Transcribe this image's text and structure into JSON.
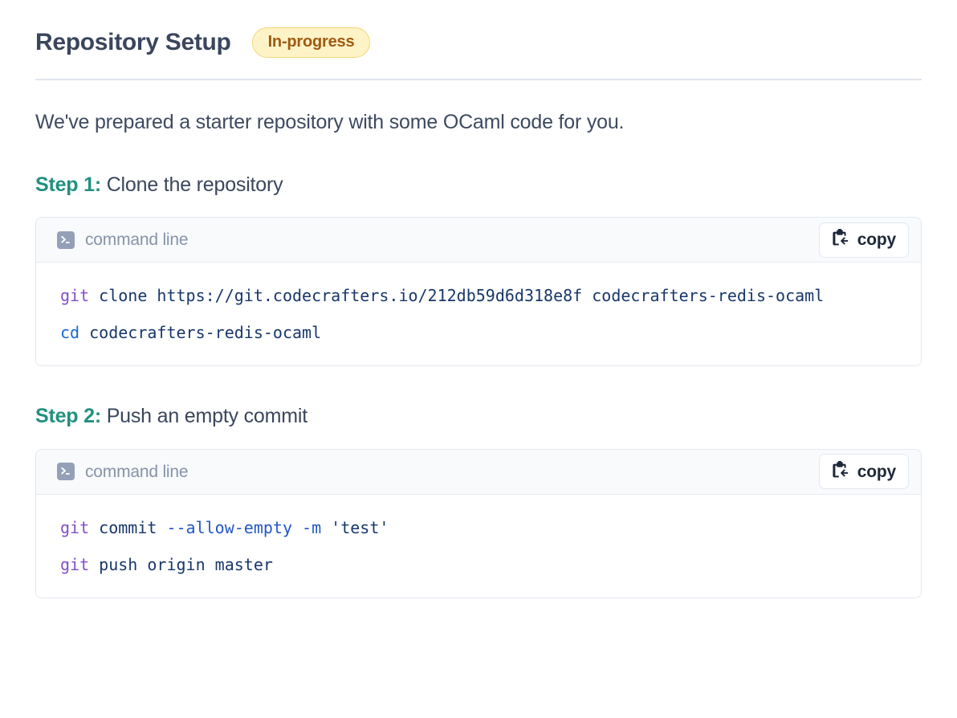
{
  "header": {
    "title": "Repository Setup",
    "badge": "In-progress",
    "badge_bg": "#fdf3c7",
    "badge_border": "#f2d675",
    "badge_color": "#a05a11"
  },
  "intro": "We've prepared a starter repository with some OCaml code for you.",
  "accent_color": "#22907f",
  "steps": [
    {
      "label": "Step 1:",
      "text": "Clone the repository",
      "code_block": {
        "lang_label": "command line",
        "terminal_icon": "terminal-icon",
        "copy_label": "copy",
        "copy_icon": "clipboard-copy-icon",
        "lines": [
          [
            {
              "t": "git",
              "c": "cmd"
            },
            {
              "t": " clone https://git.codecrafters.io/212db59d6d318e8f codecrafters-redis-ocaml",
              "c": "plain"
            }
          ],
          [
            {
              "t": "cd",
              "c": "blue"
            },
            {
              "t": " codecrafters-redis-ocaml",
              "c": "plain"
            }
          ]
        ]
      }
    },
    {
      "label": "Step 2:",
      "text": "Push an empty commit",
      "code_block": {
        "lang_label": "command line",
        "terminal_icon": "terminal-icon",
        "copy_label": "copy",
        "copy_icon": "clipboard-copy-icon",
        "lines": [
          [
            {
              "t": "git",
              "c": "cmd"
            },
            {
              "t": " commit ",
              "c": "plain"
            },
            {
              "t": "--allow-empty",
              "c": "flag"
            },
            {
              "t": " ",
              "c": "plain"
            },
            {
              "t": "-m",
              "c": "flag"
            },
            {
              "t": " 'test'",
              "c": "plain"
            }
          ],
          [
            {
              "t": "git",
              "c": "cmd"
            },
            {
              "t": " push origin master",
              "c": "plain"
            }
          ]
        ]
      }
    }
  ]
}
